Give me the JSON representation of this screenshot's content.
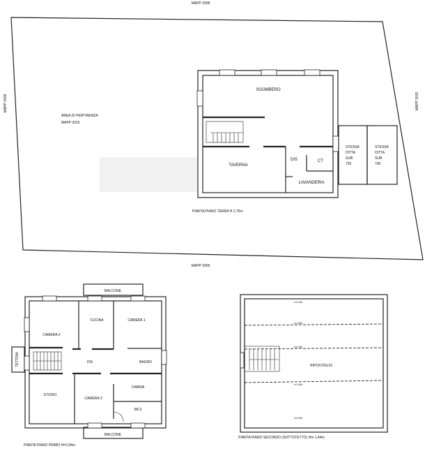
{
  "site": {
    "mapp_top": "MAPP 3008",
    "mapp_left": "MAPP 3009",
    "mapp_right": "MAPP 3015",
    "mapp_bottom": "MAPP 3009",
    "area_label": "AREA DI PERTINENZA",
    "area_mapp": "MAPP 3016"
  },
  "ground_floor": {
    "caption": "PIANTA PIANO TERRA H 2,76m",
    "rooms": {
      "sgombero": "SGOMBERO",
      "taverna": "TAVERNA",
      "dis": "DIS",
      "ct": "CT",
      "lavanderia": "LAVANDERIA"
    },
    "sub_702": [
      "STESSA",
      "DITTA",
      "SUB",
      "702"
    ],
    "sub_700": [
      "STESSA",
      "DITTA",
      "SUB",
      "700"
    ]
  },
  "first_floor": {
    "caption": "PIANTA PIANO PRIMO H=2,94m",
    "rooms": {
      "balcone_top": "BALCONE",
      "balcone_bottom": "BALCONE",
      "tettoia": "TETTOIA",
      "camera2": "CAMERA 2",
      "cucina": "CUCINA",
      "camera1": "CAMERA 1",
      "dis": "DIS",
      "bagno": "BAGNO",
      "studio": "STUDIO",
      "camera3": "CAMERA 3",
      "cabina": "CABINA",
      "wc2": "WC2"
    }
  },
  "second_floor": {
    "caption": "PIANTA PIANO SECONDO (SOTTOTETTO) Hm 1,44m",
    "room": "RIPOSTIGLIO",
    "heights": [
      "h=0,33m",
      "h=1,50m",
      "h=2,44m",
      "h=1,50m",
      "h=0,33m"
    ]
  }
}
